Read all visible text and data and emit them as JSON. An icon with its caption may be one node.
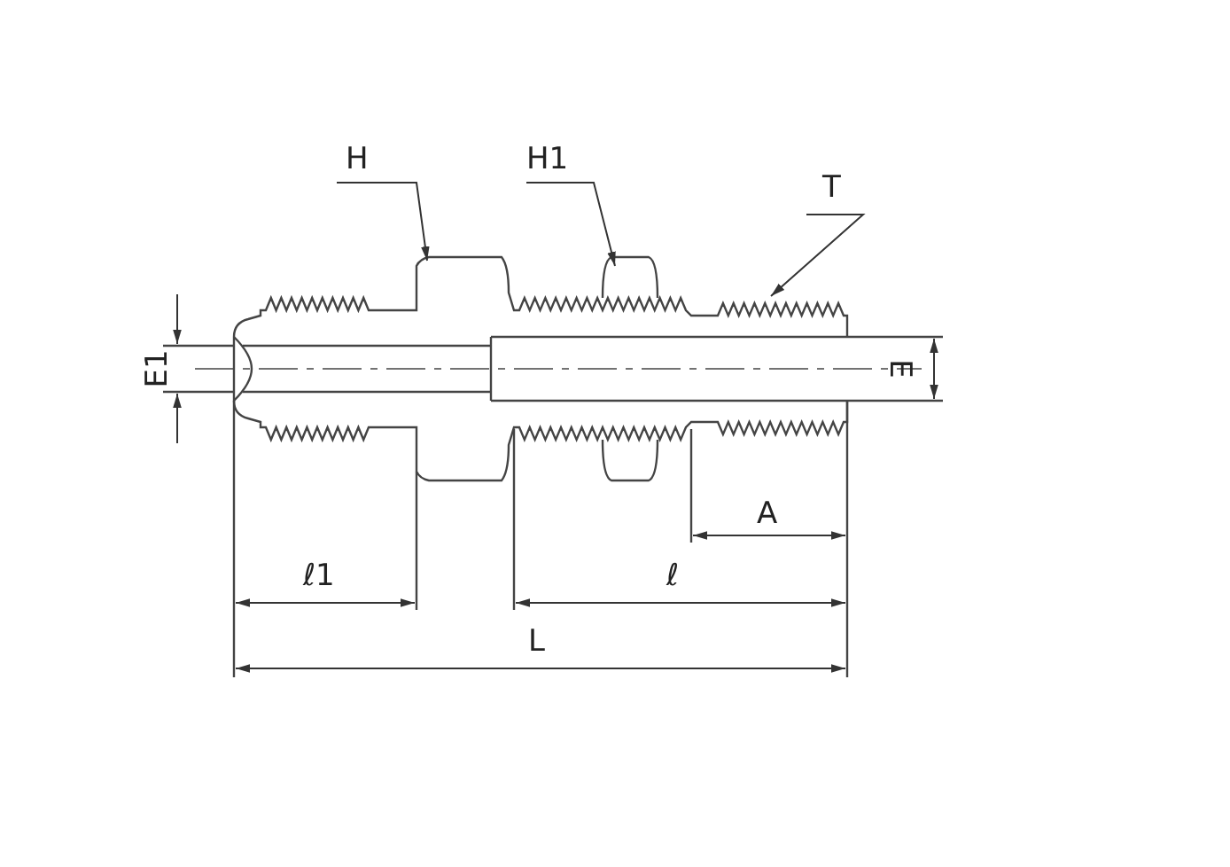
{
  "diagram": {
    "nodes": [
      {
        "text": [
          "H"
        ]
      },
      {
        "text": [
          "H1"
        ]
      },
      {
        "text": [
          "T"
        ]
      }
    ],
    "edges": [
      {
        "from": 0,
        "to": null,
        "arrow": "to"
      },
      {
        "from": 1,
        "to": null,
        "arrow": "to"
      },
      {
        "from": 2,
        "to": null,
        "arrow": "to"
      }
    ],
    "labels": [
      "E1",
      "E",
      "A",
      "ℓ1",
      "ℓ",
      "L"
    ]
  }
}
